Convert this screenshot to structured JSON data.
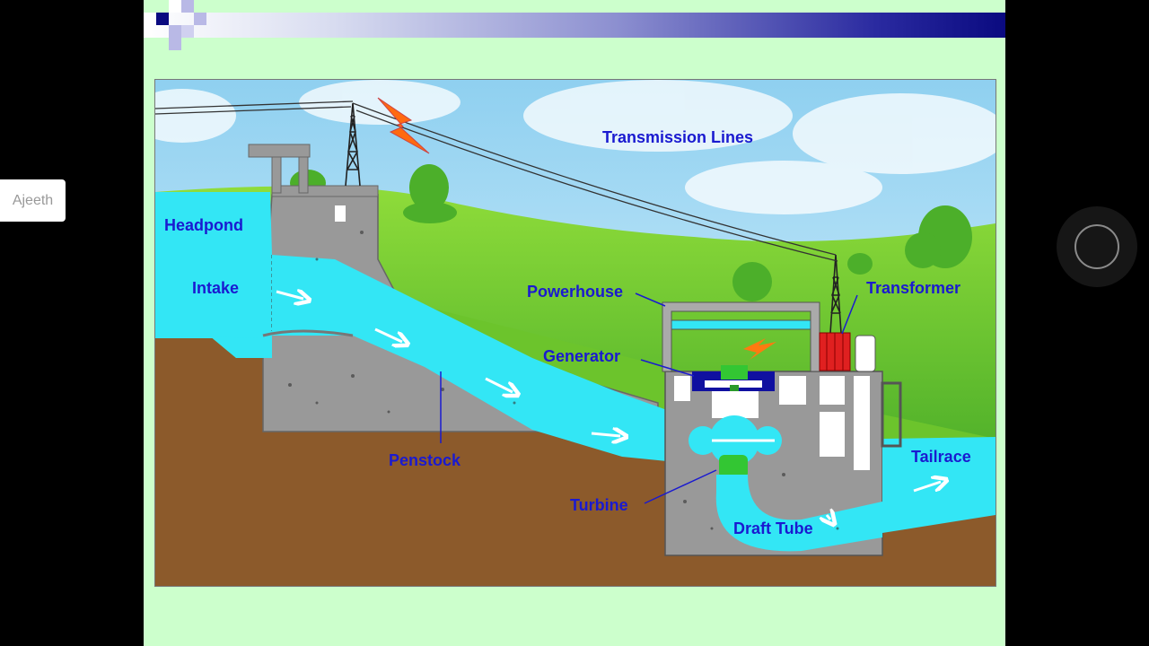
{
  "user_badge": {
    "name": "Ajeeth"
  },
  "colors": {
    "slide_background": "#ccffcc",
    "header_gradient_end": "#0a0a80",
    "water": "#33e6f5",
    "ground": "#8c5a2b",
    "concrete": "#999999",
    "label_text": "#1a1ad0"
  },
  "record_button": {
    "icon": "circle-ring-icon"
  },
  "diagram": {
    "labels": {
      "transmission_lines": "Transmission Lines",
      "headpond": "Headpond",
      "intake": "Intake",
      "penstock": "Penstock",
      "powerhouse": "Powerhouse",
      "generator": "Generator",
      "transformer": "Transformer",
      "turbine": "Turbine",
      "draft_tube": "Draft Tube",
      "tailrace": "Tailrace"
    }
  }
}
